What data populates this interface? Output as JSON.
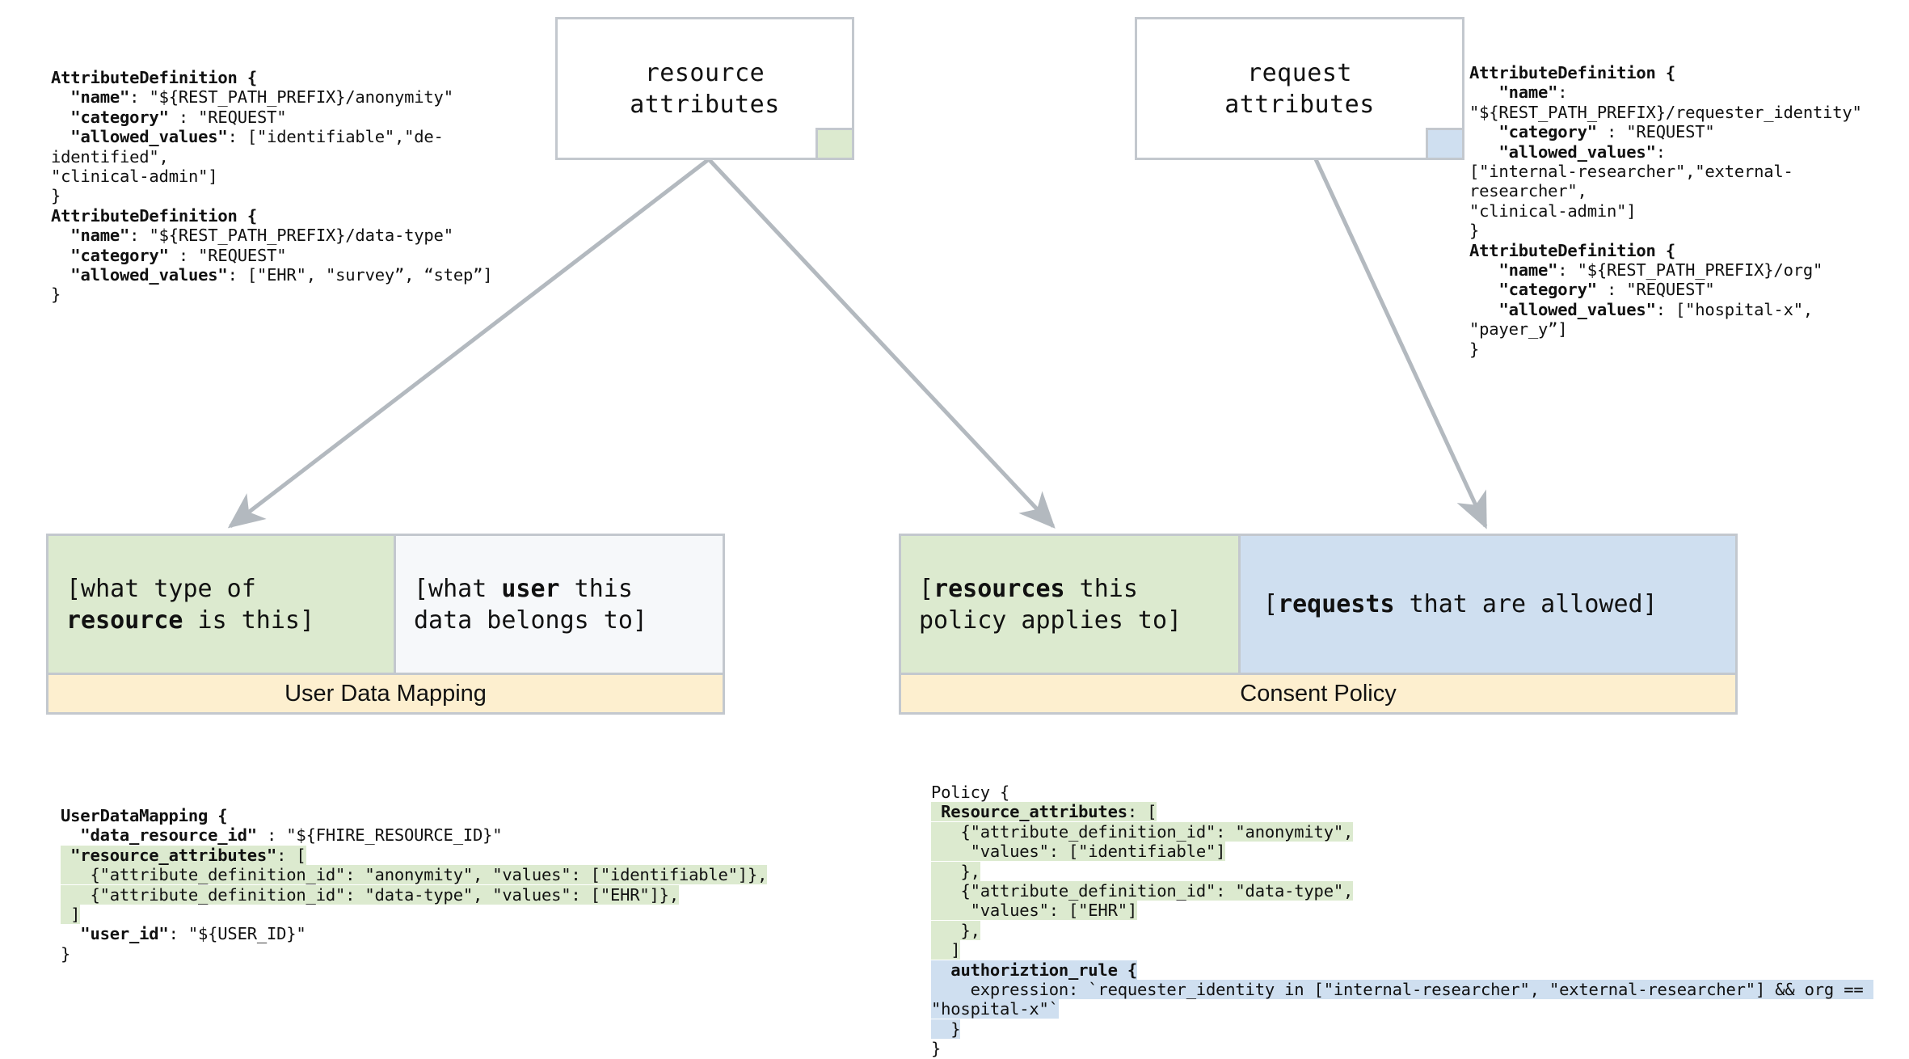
{
  "diagram": {
    "title": "Attribute-based consent policy mapping",
    "colors": {
      "green": "#dceacf",
      "blue": "#cfdff0",
      "yellow": "#fdefcf",
      "pale": "#f6f8fa",
      "border": "#c3c8ce",
      "arrow": "#b3b9bf"
    }
  },
  "top_boxes": {
    "resource_attributes": {
      "label": "resource\nattributes",
      "swatch_color": "#dceacf"
    },
    "request_attributes": {
      "label": "request\nattributes",
      "swatch_color": "#cfdff0"
    }
  },
  "code_left_top": {
    "lines": [
      [
        {
          "t": "AttributeDefinition {",
          "b": true
        }
      ],
      [
        {
          "t": "  \"name\"",
          "b": true
        },
        {
          "t": ": \"${REST_PATH_PREFIX}/anonymity\"",
          "b": false
        }
      ],
      [
        {
          "t": "  \"category\"",
          "b": true
        },
        {
          "t": " : \"REQUEST\"",
          "b": false
        }
      ],
      [
        {
          "t": "  \"allowed_values\"",
          "b": true
        },
        {
          "t": ": [\"identifiable\",\"de-identified\",",
          "b": false
        }
      ],
      [
        {
          "t": "\"clinical-admin\"]",
          "b": false
        }
      ],
      [
        {
          "t": "}",
          "b": false
        }
      ],
      [
        {
          "t": "AttributeDefinition {",
          "b": true
        }
      ],
      [
        {
          "t": "  \"name\"",
          "b": true
        },
        {
          "t": ": \"${REST_PATH_PREFIX}/data-type\"",
          "b": false
        }
      ],
      [
        {
          "t": "  \"category\"",
          "b": true
        },
        {
          "t": " : \"REQUEST\"",
          "b": false
        }
      ],
      [
        {
          "t": "  \"allowed_values\"",
          "b": true
        },
        {
          "t": ": [\"EHR\", \"survey”, “step”]",
          "b": false
        }
      ],
      [
        {
          "t": "}",
          "b": false
        }
      ]
    ]
  },
  "code_right_top": {
    "lines": [
      [
        {
          "t": "AttributeDefinition {",
          "b": true
        }
      ],
      [
        {
          "t": "   \"name\"",
          "b": true
        },
        {
          "t": ":",
          "b": false
        }
      ],
      [
        {
          "t": "\"${REST_PATH_PREFIX}/requester_identity\"",
          "b": false
        }
      ],
      [
        {
          "t": "   \"category\"",
          "b": true
        },
        {
          "t": " : \"REQUEST\"",
          "b": false
        }
      ],
      [
        {
          "t": "   \"allowed_values\"",
          "b": true
        },
        {
          "t": ":",
          "b": false
        }
      ],
      [
        {
          "t": "[\"internal-researcher\",\"external-researcher\",",
          "b": false
        }
      ],
      [
        {
          "t": "\"clinical-admin\"]",
          "b": false
        }
      ],
      [
        {
          "t": "}",
          "b": false
        }
      ],
      [
        {
          "t": "AttributeDefinition {",
          "b": true
        }
      ],
      [
        {
          "t": "   \"name\"",
          "b": true
        },
        {
          "t": ": \"${REST_PATH_PREFIX}/org\"",
          "b": false
        }
      ],
      [
        {
          "t": "   \"category\"",
          "b": true
        },
        {
          "t": " : \"REQUEST\"",
          "b": false
        }
      ],
      [
        {
          "t": "   \"allowed_values\"",
          "b": true
        },
        {
          "t": ": [\"hospital-x\", \"payer_y”]",
          "b": false
        }
      ],
      [
        {
          "t": "}",
          "b": false
        }
      ]
    ]
  },
  "user_data_mapping": {
    "banner": "User Data Mapping",
    "cells": [
      {
        "text_plain": "[what type of\nresource is this]",
        "bold_words": [
          "resource"
        ],
        "bg": "green"
      },
      {
        "text_plain": "[what user this\ndata belongs to]",
        "bold_words": [
          "user"
        ],
        "bg": "pale"
      }
    ]
  },
  "consent_policy": {
    "banner": "Consent Policy",
    "cells": [
      {
        "text_plain": "[resources this\npolicy applies to]",
        "bold_words": [
          "resources"
        ],
        "bg": "green"
      },
      {
        "text_plain": "[requests that are allowed]",
        "bold_words": [
          "requests"
        ],
        "bg": "blue"
      }
    ]
  },
  "code_left_bottom": {
    "lines": [
      [
        {
          "t": "UserDataMapping {",
          "b": true,
          "hl": "none"
        }
      ],
      [
        {
          "t": "  \"data_resource_id\"",
          "b": true,
          "hl": "none"
        },
        {
          "t": " : \"${FHIRE_RESOURCE_ID}\"",
          "b": false,
          "hl": "none"
        }
      ],
      [
        {
          "t": " \"resource_attributes\"",
          "b": true,
          "hl": "green"
        },
        {
          "t": ": [",
          "b": false,
          "hl": "green"
        }
      ],
      [
        {
          "t": "   {\"attribute_definition_id\": \"anonymity\", \"values\": [\"identifiable\"]},",
          "b": false,
          "hl": "green"
        }
      ],
      [
        {
          "t": "   {\"attribute_definition_id\": \"data-type\", \"values\": [\"EHR\"]},",
          "b": false,
          "hl": "green"
        }
      ],
      [
        {
          "t": " ]",
          "b": false,
          "hl": "green"
        }
      ],
      [
        {
          "t": "  \"user_id\"",
          "b": true,
          "hl": "none"
        },
        {
          "t": ": \"${USER_ID}\"",
          "b": false,
          "hl": "none"
        }
      ],
      [
        {
          "t": "}",
          "b": false,
          "hl": "none"
        }
      ]
    ]
  },
  "code_right_bottom": {
    "lines": [
      [
        {
          "t": "Policy {",
          "b": false,
          "hl": "none"
        }
      ],
      [
        {
          "t": " Resource_attributes",
          "b": true,
          "hl": "green"
        },
        {
          "t": ": [",
          "b": false,
          "hl": "green"
        }
      ],
      [
        {
          "t": "   {\"attribute_definition_id\": \"anonymity\",",
          "b": false,
          "hl": "green"
        }
      ],
      [
        {
          "t": "    \"values\": [\"identifiable\"]",
          "b": false,
          "hl": "green"
        }
      ],
      [
        {
          "t": "   },",
          "b": false,
          "hl": "green"
        }
      ],
      [
        {
          "t": "   {\"attribute_definition_id\": \"data-type\",",
          "b": false,
          "hl": "green"
        }
      ],
      [
        {
          "t": "    \"values\": [\"EHR\"]",
          "b": false,
          "hl": "green"
        }
      ],
      [
        {
          "t": "   },",
          "b": false,
          "hl": "green"
        }
      ],
      [
        {
          "t": "  ]",
          "b": false,
          "hl": "green"
        }
      ],
      [
        {
          "t": "  authoriztion_rule {",
          "b": true,
          "hl": "blue"
        }
      ],
      [
        {
          "t": "    expression: `requester_identity in [\"internal-researcher\", \"external-researcher\"] && org == \"hospital-x\"`",
          "b": false,
          "hl": "blue"
        }
      ],
      [
        {
          "t": "  }",
          "b": false,
          "hl": "blue"
        }
      ],
      [
        {
          "t": "}",
          "b": false,
          "hl": "none"
        }
      ]
    ]
  },
  "arrows": [
    {
      "name": "resource-attributes-to-user-data-mapping",
      "from": "resource attributes",
      "to": "User Data Mapping"
    },
    {
      "name": "resource-attributes-to-consent-policy",
      "from": "resource attributes",
      "to": "Consent Policy"
    },
    {
      "name": "request-attributes-to-consent-policy",
      "from": "request attributes",
      "to": "Consent Policy"
    }
  ]
}
